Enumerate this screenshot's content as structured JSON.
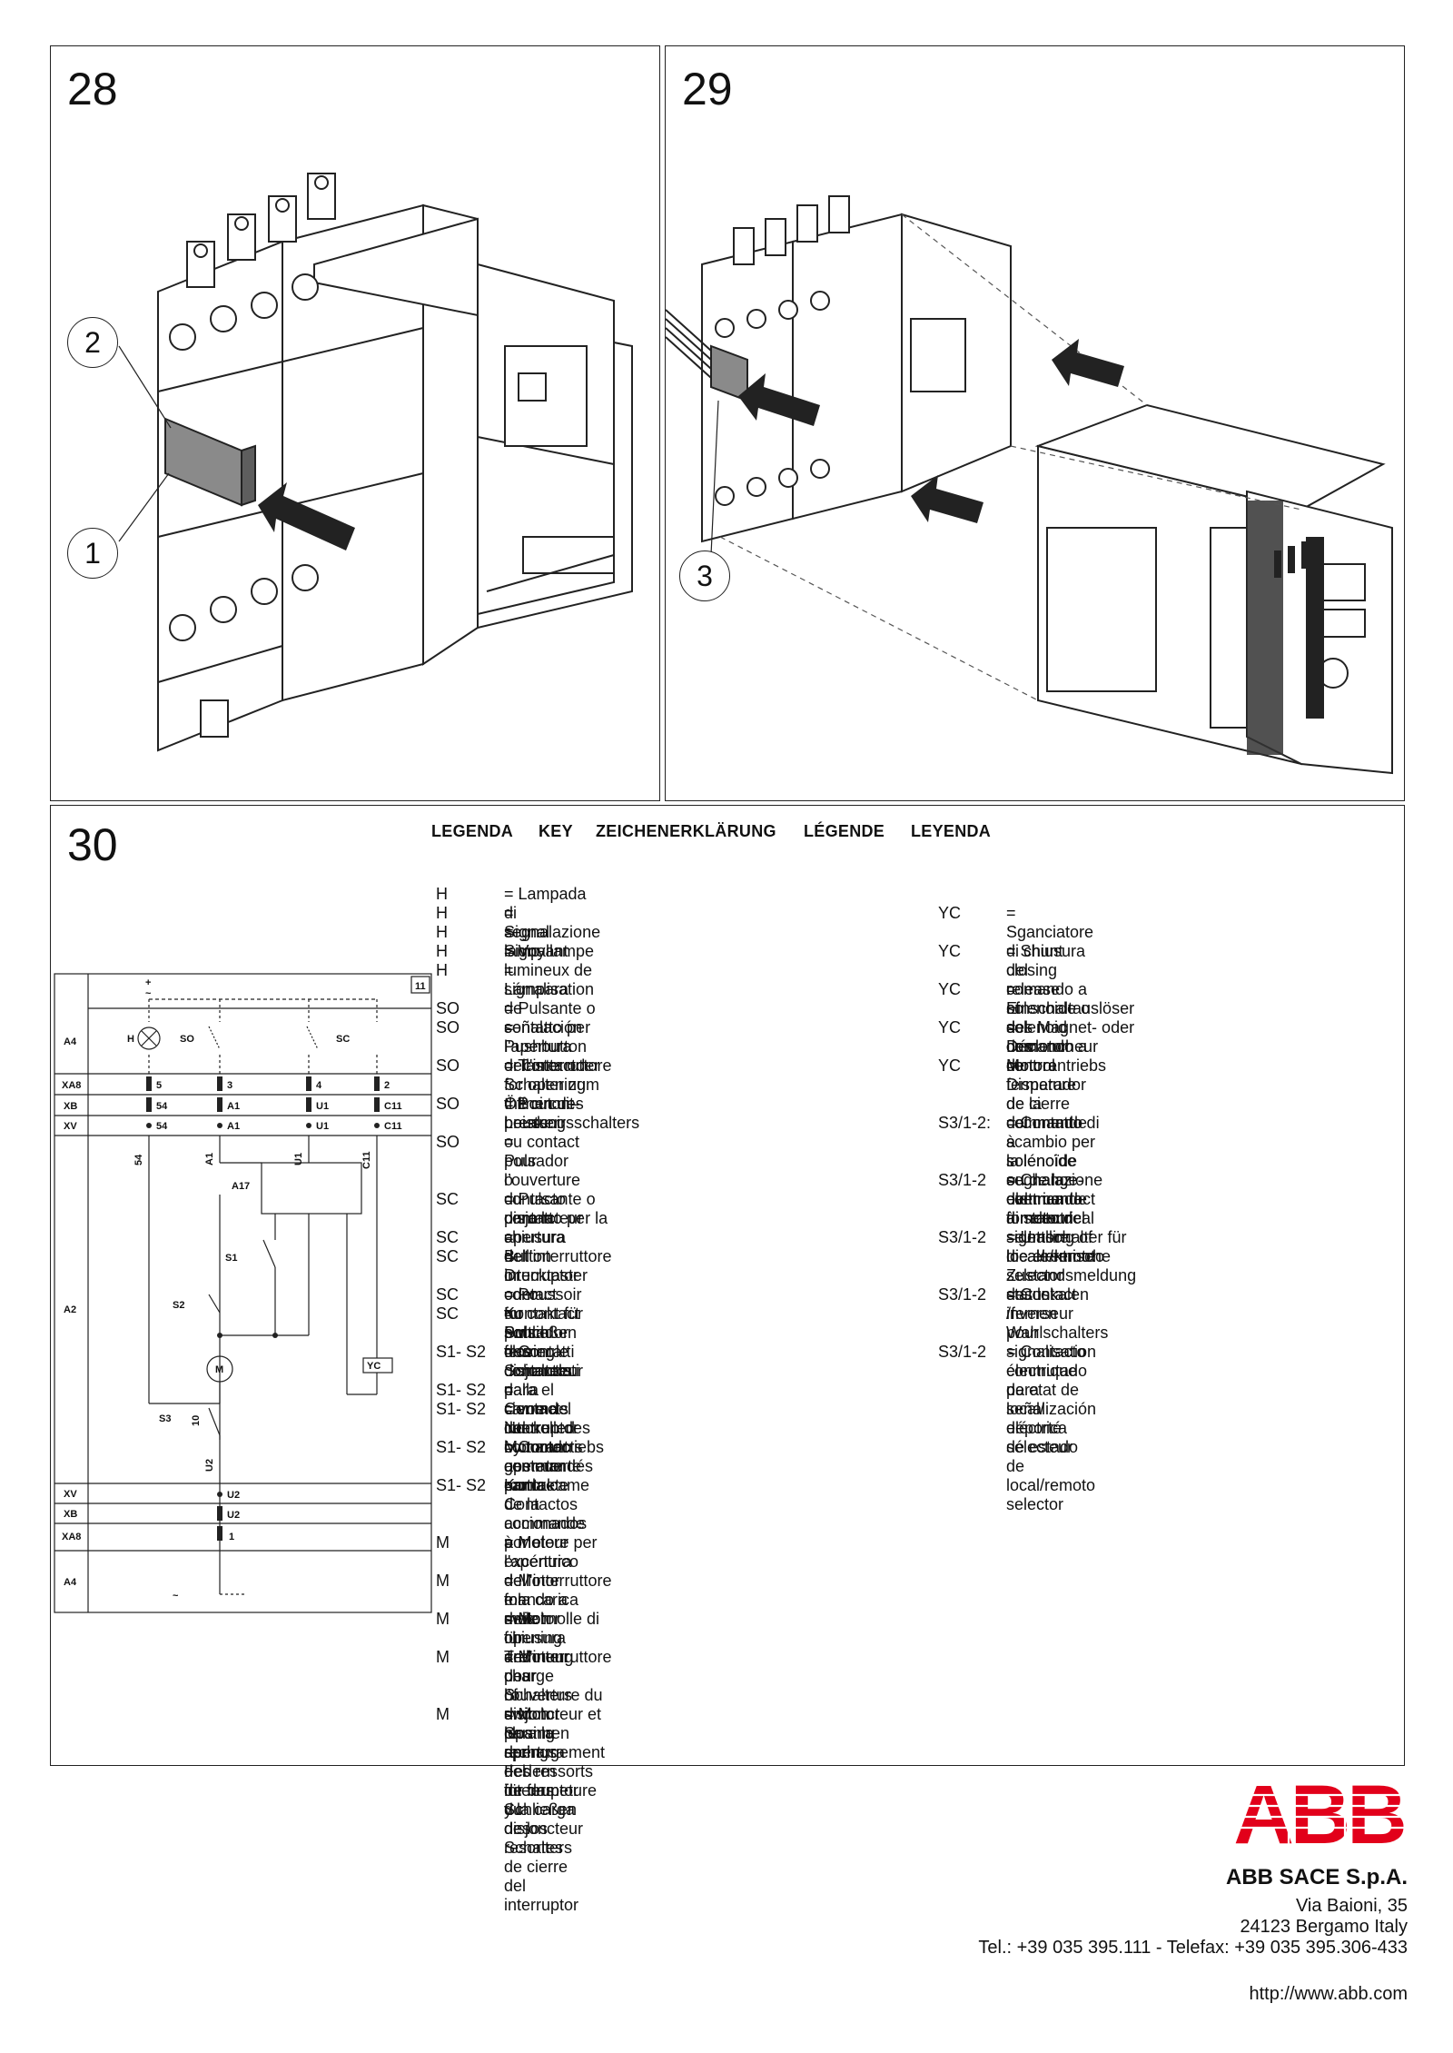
{
  "figures": {
    "fig28": {
      "number": "28",
      "callouts": [
        "2",
        "1"
      ]
    },
    "fig29": {
      "number": "29",
      "callouts": [
        "3"
      ]
    },
    "fig30": {
      "number": "30"
    }
  },
  "legend": {
    "headings": [
      "LEGENDA",
      "KEY",
      "ZEICHENERKLÄRUNG",
      "LÉGENDE",
      "LEYENDA"
    ],
    "left": [
      {
        "code": "H",
        "desc": "= Lampada di segnalazione"
      },
      {
        "code": "H",
        "desc": "= Signal lamp"
      },
      {
        "code": "H",
        "desc": "= Signallampe"
      },
      {
        "code": "H",
        "desc": "= Voyant lumineux de signalisation"
      },
      {
        "code": "H",
        "desc": "= Lámpara de señalación"
      },
      {
        "code": "SO",
        "desc": "= Pulsante o contatto per l'apertura dell'interruttore"
      },
      {
        "code": "SO",
        "desc": "= Pushbutton or contact for opening the circuit-\nbreaker"
      },
      {
        "code": "SO",
        "desc": "= Taster oder Schalter zum Öffnen des\nLeistungsschalters"
      },
      {
        "code": "SO",
        "desc": "= Bouton-poussoir ou contact pour l’ouverture du\ndisjoncteur"
      },
      {
        "code": "SO",
        "desc": "= Pulsador o contacto para la apertura del\ninterruptor"
      },
      {
        "code": "SC",
        "desc": "= Pulsante o contatto per la chiusura\ndell'interruttore"
      },
      {
        "code": "SC",
        "desc": "= Button or contact for switch closing"
      },
      {
        "code": "SC",
        "desc": "= Drucktaster oder Kontakt für Schließen des\nSchalters"
      },
      {
        "code": "SC",
        "desc": "= Poussoir ou contact pour fermer le disjoncteur"
      },
      {
        "code": "SC",
        "desc": "= Pulsador o contacto para el cierre del interruptor"
      },
      {
        "code": "S1- S2",
        "desc": "= Contatti comandati dalla camma del comando a\nmotore"
      },
      {
        "code": "S1- S2",
        "desc": "= Contacts controlled by motor operator cam"
      },
      {
        "code": "S1- S2",
        "desc": "= vom Nocken des Motorantriebs gesteuerte\nKontakte"
      },
      {
        "code": "S1- S2",
        "desc": "= Contacts commandés par la came de la\ncommande à moteur"
      },
      {
        "code": "S1- S2",
        "desc": "= Contactos accionados por el excéntrico del\nmando a motor"
      },
      {
        "code": "M",
        "desc": "= Motore per l'apertura dell'interruttore e la carica\ndelle molle di chiusura dell'interruttore"
      },
      {
        "code": "M",
        "desc": "= Motor for switch opening and charge of switch\nclosing springs"
      },
      {
        "code": "M",
        "desc": "= Motor für Trennung des Schalters und Spannen\nder Federn für das Schließen des Schalters"
      },
      {
        "code": "M",
        "desc": "= Moteur pour l'ouverture du disjoncteur et le\nrechargement des ressorts de fermeture du\ndisjoncteur"
      },
      {
        "code": "M",
        "desc": "= Motor para la apertura del interruptor y la carga\nde los resortes de cierre del interruptor"
      }
    ],
    "right": [
      {
        "code": "YC",
        "desc": "= Sganciatore di chiusura del comando a\nsolenoide o del comando a motore"
      },
      {
        "code": "YC",
        "desc": "= Shunt closing release of solenoid or motor\ncontrol"
      },
      {
        "code": "YC",
        "desc": "= Einschaltauslöser des Magnet- oder des\nMotorantriebs"
      },
      {
        "code": "YC",
        "desc": "= Déclencheur de fermeture de la commande à\nsolénoïde ou de la commande à moteur"
      },
      {
        "code": "YC",
        "desc": "= Disparador de cierre del mando a solenoide o\ndel mando a motor"
      },
      {
        "code": "S3/1-2:",
        "desc": "= Contatto di scambio per la segnalazione elettrica\ndi stato del selettore locale/remoto"
      },
      {
        "code": "S3/1-2",
        "desc": "= Change-over contact for electrical signalling of\nlocal/remote selector status"
      },
      {
        "code": "S3/1-2",
        "desc": "= Umschalter für die elektrische Zustandsmeldung\ndes lokalen /fernen Wahlschalters"
      },
      {
        "code": "S3/1-2",
        "desc": "= Contact inverseur pour signalisation électrique\nde etat de local/ déporté sélecteur"
      },
      {
        "code": "S3/1-2",
        "desc": "= Contacto conmutado para señalización eléctrica\nde estado de local/remoto selector"
      }
    ]
  },
  "diagram": {
    "sheet_ref": "11",
    "row_labels": [
      "A4",
      "XA8",
      "XB",
      "XV",
      "A2",
      "XV",
      "XB",
      "XA8",
      "A4"
    ],
    "top_supply": "+",
    "top_supply_alt": "~",
    "bottom_supply": "~",
    "terminals_xa8_top": [
      "5",
      "3",
      "4",
      "2"
    ],
    "terminals_xb": [
      "54",
      "A1",
      "U1",
      "C11"
    ],
    "terminals_xv": [
      "54",
      "A1",
      "U1",
      "C11"
    ],
    "wire_labels": [
      "54",
      "A1",
      "U1",
      "C11"
    ],
    "components": {
      "h": "H",
      "so": "SO",
      "sc": "SC",
      "a17": "A17",
      "s1": "S1",
      "s2": "S2",
      "m": "M",
      "yc": "YC",
      "s3": "S3",
      "s3_pin": "10",
      "u2": "U2"
    },
    "bottom_terminals": {
      "xv": "U2",
      "xb": "U2",
      "xa8": "1"
    }
  },
  "company": {
    "logo": "ABB",
    "name": "ABB SACE S.p.A.",
    "address1": "Via Baioni, 35",
    "address2": "24123 Bergamo Italy",
    "phone": "Tel.: +39 035 395.111 - Telefax: +39 035 395.306-433",
    "url": "http://www.abb.com"
  },
  "colors": {
    "logo_red": "#e2001a",
    "arrow_fill": "#222222",
    "cartridge": "#8a8a8a"
  }
}
